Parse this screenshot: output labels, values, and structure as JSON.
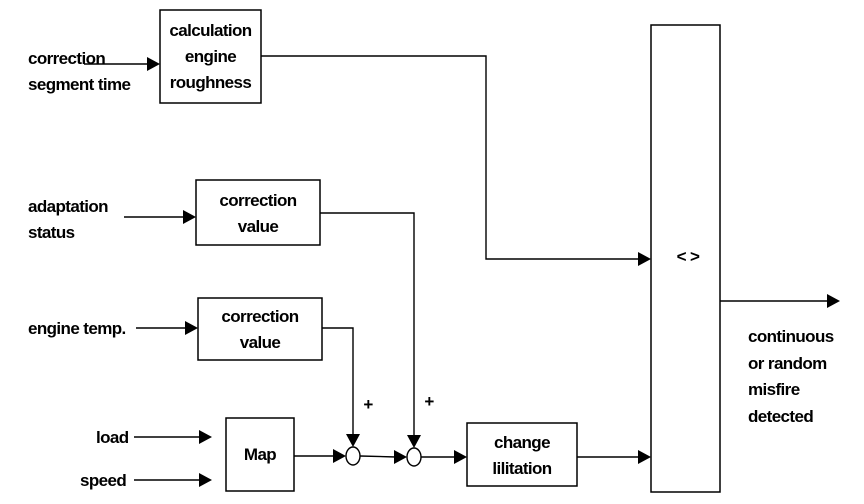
{
  "inputs": {
    "correction_segment_time": [
      "correction",
      "segment time"
    ],
    "adaptation_status": [
      "adaptation",
      "status"
    ],
    "engine_temp": "engine temp.",
    "load": "load",
    "speed": "speed"
  },
  "blocks": {
    "calculation_engine_roughness": [
      "calculation",
      "engine",
      "roughness"
    ],
    "correction_value_1": [
      "correction",
      "value"
    ],
    "correction_value_2": [
      "correction",
      "value"
    ],
    "map": "Map",
    "change_limitation": [
      "change",
      "lilitation"
    ],
    "comparator": "< >"
  },
  "signs": {
    "plus_left": "+",
    "plus_right": "+"
  },
  "output": [
    "continuous",
    "or random",
    "misfire",
    "detected"
  ]
}
